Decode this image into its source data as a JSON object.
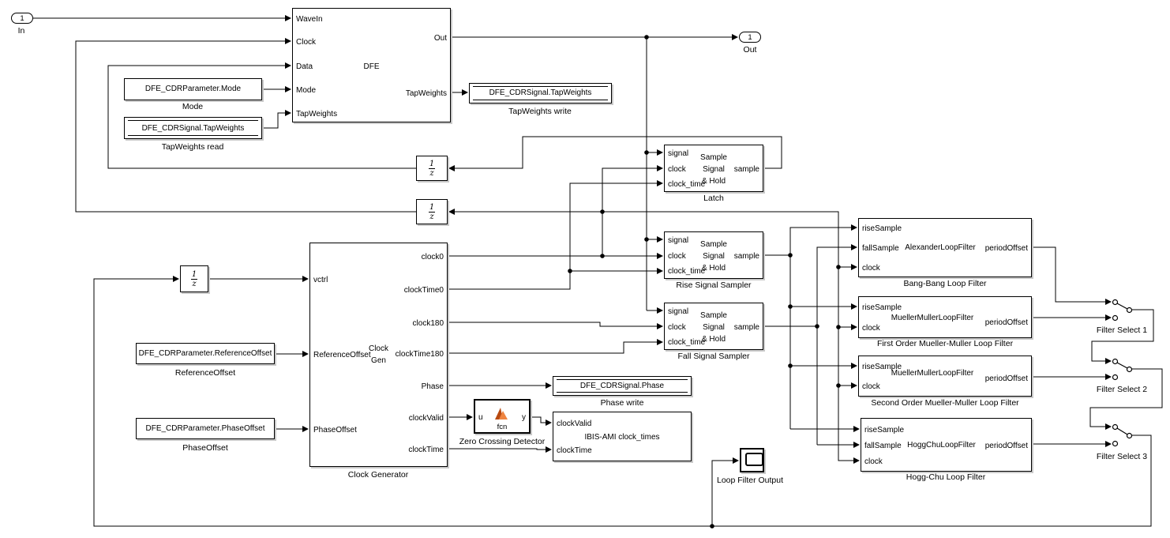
{
  "diagram": {
    "inport": {
      "number": "1",
      "label": "In"
    },
    "outport": {
      "number": "1",
      "label": "Out"
    },
    "dfe": {
      "title": "DFE",
      "inputs": [
        "WaveIn",
        "Clock",
        "Data",
        "Mode",
        "TapWeights"
      ],
      "outputs": [
        "Out",
        "TapWeights"
      ]
    },
    "mode_param": {
      "text": "DFE_CDRParameter.Mode",
      "label": "Mode"
    },
    "tapweights_read": {
      "text": "DFE_CDRSignal.TapWeights",
      "label": "TapWeights read"
    },
    "tapweights_write": {
      "text": "DFE_CDRSignal.TapWeights",
      "label": "TapWeights write"
    },
    "unit_delay": {
      "numerator": "1",
      "denominator": "z"
    },
    "latch": {
      "line1": "Sample",
      "line2": "Signal",
      "line3": "& Hold",
      "inputs": [
        "signal",
        "clock",
        "clock_time"
      ],
      "output": "sample",
      "label": "Latch"
    },
    "rise_sampler": {
      "line1": "Sample",
      "line2": "Signal",
      "line3": "& Hold",
      "inputs": [
        "signal",
        "clock",
        "clock_time"
      ],
      "output": "sample",
      "label": "Rise Signal Sampler"
    },
    "fall_sampler": {
      "line1": "Sample",
      "line2": "Signal",
      "line3": "& Hold",
      "inputs": [
        "signal",
        "clock",
        "clock_time"
      ],
      "output": "sample",
      "label": "Fall Signal Sampler"
    },
    "clock_generator": {
      "title_line1": "Clock",
      "title_line2": "Gen",
      "inputs": [
        "vctrl",
        "ReferenceOffset",
        "PhaseOffset"
      ],
      "outputs": [
        "clock0",
        "clockTime0",
        "clock180",
        "clockTime180",
        "Phase",
        "clockValid",
        "clockTime"
      ],
      "label": "Clock Generator"
    },
    "reference_param": {
      "text": "DFE_CDRParameter.ReferenceOffset",
      "label": "ReferenceOffset"
    },
    "phaseoffset_param": {
      "text": "DFE_CDRParameter.PhaseOffset",
      "label": "PhaseOffset"
    },
    "phase_write": {
      "text": "DFE_CDRSignal.Phase",
      "label": "Phase write"
    },
    "zero_crossing": {
      "in": "u",
      "out": "y",
      "fcn": "fcn",
      "label": "Zero Crossing Detector"
    },
    "ibis_ami": {
      "title": "IBIS-AMI clock_times",
      "inputs": [
        "clockValid",
        "clockTime"
      ]
    },
    "bang_bang": {
      "title": "AlexanderLoopFilter",
      "inputs": [
        "riseSample",
        "fallSample",
        "clock"
      ],
      "output": "periodOffset",
      "label": "Bang-Bang Loop Filter"
    },
    "first_mm": {
      "title": "MuellerMullerLoopFilter",
      "inputs": [
        "riseSample",
        "clock"
      ],
      "output": "periodOffset",
      "label": "First Order Mueller-Muller Loop Filter"
    },
    "second_mm": {
      "title": "MuellerMullerLoopFilter",
      "inputs": [
        "riseSample",
        "clock"
      ],
      "output": "periodOffset",
      "label": "Second Order Mueller-Muller Loop Filter"
    },
    "hogg_chu": {
      "title": "HoggChuLoopFilter",
      "inputs": [
        "riseSample",
        "fallSample",
        "clock"
      ],
      "output": "periodOffset",
      "label": "Hogg-Chu Loop Filter"
    },
    "filter_select_1": {
      "label": "Filter Select 1"
    },
    "filter_select_2": {
      "label": "Filter Select 2"
    },
    "filter_select_3": {
      "label": "Filter Select 3"
    },
    "scope": {
      "label": "Loop Filter Output"
    }
  },
  "colors": {
    "background": "#ffffff",
    "line": "#000000",
    "block_fill": "#ffffff",
    "block_shadow": "#c9c9c9",
    "matlab_logo_dark": "#b84a11",
    "matlab_logo_light": "#ef8440"
  }
}
